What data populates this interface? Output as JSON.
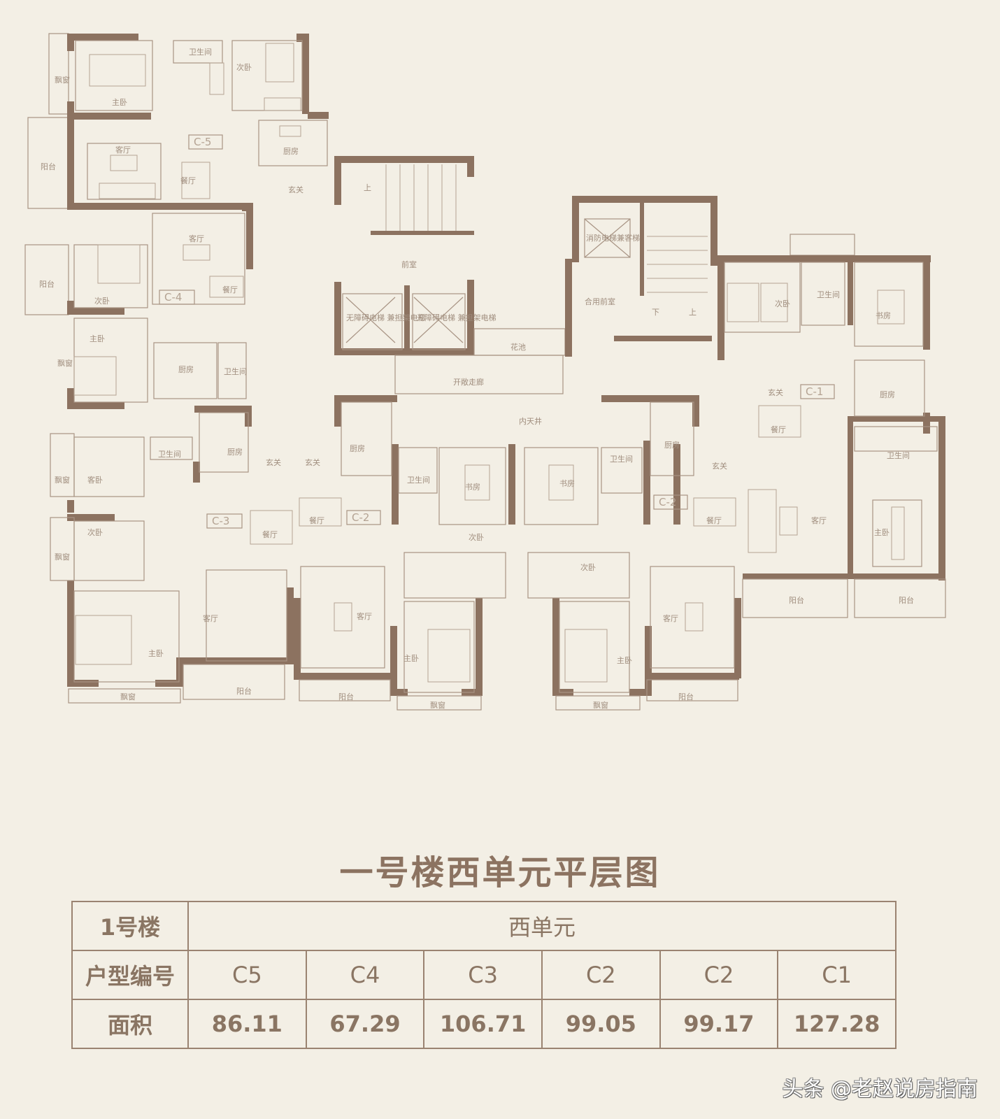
{
  "title": "一号楼西单元平层图",
  "colors": {
    "background": "#f3efe5",
    "wall": "#8c7260",
    "text": "#8a7563"
  },
  "floor_plan": {
    "units": [
      {
        "id": "C-5",
        "rooms": [
          "主卧",
          "卫生间",
          "次卧",
          "飘窗",
          "阳台",
          "客厅",
          "餐厅",
          "厨房",
          "玄关"
        ]
      },
      {
        "id": "C-4",
        "rooms": [
          "客厅",
          "阳台",
          "次卧",
          "餐厅",
          "主卧",
          "飘窗",
          "厨房",
          "卫生间"
        ]
      },
      {
        "id": "C-3",
        "rooms": [
          "飘窗",
          "客卧",
          "卫生间",
          "厨房",
          "玄关",
          "次卧",
          "飘窗",
          "餐厅",
          "客厅",
          "主卧",
          "飘窗",
          "阳台"
        ]
      },
      {
        "id": "C-2",
        "label_position": "center-left",
        "rooms": [
          "厨房",
          "玄关",
          "卫生间",
          "书房",
          "餐厅",
          "次卧",
          "客厅",
          "主卧",
          "阳台",
          "飘窗"
        ]
      },
      {
        "id": "C-2",
        "label_position": "center-right",
        "rooms": [
          "卫生间",
          "书房",
          "厨房",
          "玄关",
          "餐厅",
          "次卧",
          "客厅",
          "主卧",
          "飘窗",
          "阳台"
        ]
      },
      {
        "id": "C-1",
        "rooms": [
          "次卧",
          "卫生间",
          "书房",
          "玄关",
          "厨房",
          "餐厅",
          "卫生间",
          "客厅",
          "主卧",
          "阳台",
          "阳台"
        ]
      }
    ],
    "core_labels": {
      "stair_up": "上",
      "stair_down": "下",
      "lobby": "前室",
      "elevator_1": "无障碍电梯\n兼担架电梯",
      "elevator_2": "无障碍电梯\n兼担架电梯",
      "fire_elevator": "消防电梯兼客梯",
      "shared_lobby": "合用前室",
      "flower_bed": "花池",
      "open_corridor": "开敞走廊",
      "atrium": "内天井"
    }
  },
  "table": {
    "building_label": "1号楼",
    "unit_section": "西单元",
    "row_type_label": "户型编号",
    "row_area_label": "面积",
    "types": [
      "C5",
      "C4",
      "C3",
      "C2",
      "C2",
      "C1"
    ],
    "areas": [
      "86.11",
      "67.29",
      "106.71",
      "99.05",
      "99.17",
      "127.28"
    ]
  },
  "watermark": "头条 @老赵说房指南"
}
